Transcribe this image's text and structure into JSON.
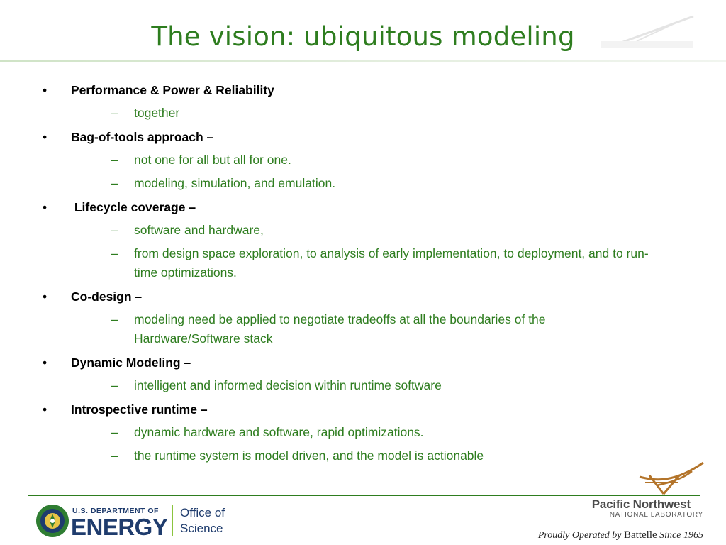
{
  "slide": {
    "title": "The vision: ubiquitous modeling"
  },
  "bullets": [
    {
      "label": "Performance & Power & Reliability",
      "subs": [
        "together"
      ]
    },
    {
      "label": "Bag-of-tools approach –",
      "subs": [
        "not one for all but all for one.",
        "modeling, simulation, and emulation."
      ]
    },
    {
      "label": " Lifecycle coverage –",
      "subs": [
        "software and hardware,",
        "from design space exploration, to analysis of early implementation, to deployment, and to run-time optimizations."
      ]
    },
    {
      "label": "Co-design –",
      "subs": [
        "modeling need be applied to negotiate tradeoffs at all the boundaries of the Hardware/Software stack"
      ]
    },
    {
      "label": "Dynamic Modeling –",
      "subs": [
        "intelligent and informed decision within runtime software"
      ]
    },
    {
      "label": "Introspective runtime –",
      "subs": [
        "dynamic hardware and software, rapid optimizations.",
        "the runtime system is model driven, and the model is actionable"
      ]
    }
  ],
  "bullet_glyph": "•",
  "sub_glyph": "–",
  "footer": {
    "doe_line1": "U.S. DEPARTMENT OF",
    "doe_line2": "ENERGY",
    "office_line1": "Office of",
    "office_line2": "Science",
    "pnnl_name": "Pacific Northwest",
    "pnnl_sub": "NATIONAL LABORATORY",
    "operated_prefix": "Proudly Operated by ",
    "operated_brand": "Battelle",
    "operated_suffix": " Since 1965"
  },
  "colors": {
    "title_green": "#2e7d1f",
    "doe_blue": "#1f3c6d",
    "pnnl_orange": "#b3742a"
  },
  "icons": [
    "doe-seal-icon",
    "pnnl-logo-mark-icon",
    "watermark-icon"
  ]
}
